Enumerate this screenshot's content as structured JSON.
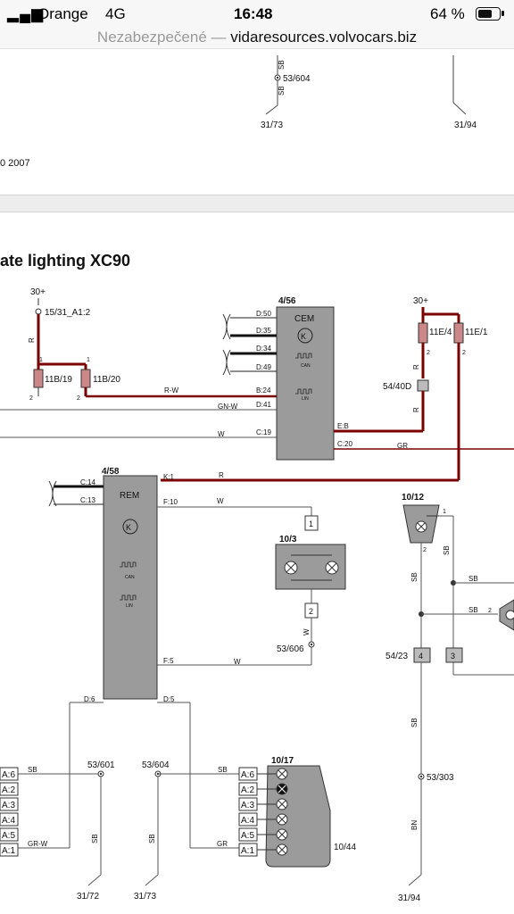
{
  "status_bar": {
    "carrier": "Orange",
    "network": "4G",
    "time": "16:48",
    "battery": "64 %"
  },
  "address_bar": {
    "security": "Nezabezpečené",
    "separator": "—",
    "host": "vidaresources.volvocars.biz"
  },
  "prev_page": {
    "year_fragment": "0 2007",
    "ground_1": "31/73",
    "ground_2": "31/94",
    "splice": "53/604",
    "wire_sb": "SB"
  },
  "diagram": {
    "title": "ate lighting XC90",
    "power_left": "30+",
    "power_right": "30+",
    "relay_label": "15/31_A1:2",
    "fuse_1": "11B/19",
    "fuse_2": "11B/20",
    "fuse_3": "11E/4",
    "fuse_4": "11E/1",
    "cem_id": "4/56",
    "cem_name": "CEM",
    "rem_id": "4/58",
    "rem_name": "REM",
    "can": "CAN",
    "lin": "LIN",
    "cem_pins": [
      "D:50",
      "D:35",
      "D:34",
      "D:49",
      "B:24",
      "D:41",
      "C:19",
      "E:B",
      "C:20"
    ],
    "rem_pins": [
      "C:14",
      "C:13",
      "K:1",
      "F:10",
      "F:5",
      "D:6",
      "D:5"
    ],
    "wires": {
      "rw": "R-W",
      "gnw": "GN-W",
      "w": "W",
      "r": "R",
      "gr": "GR",
      "sb": "SB",
      "grw": "GR-W",
      "bn": "BN"
    },
    "connector": "54/40D",
    "lamp_103": "10/3",
    "lamp_1012": "10/12",
    "lamp_1017": "10/17",
    "lamp_1044": "10/44",
    "conn_5423": "54/23",
    "splices": [
      "53/606",
      "53/601",
      "53/604",
      "53/303"
    ],
    "grounds": [
      "31/72",
      "31/73",
      "31/94"
    ],
    "pin_numbers": [
      "1",
      "2",
      "4",
      "3"
    ],
    "connector_pins": [
      "A:6",
      "A:2",
      "A:3",
      "A:4",
      "A:5",
      "A:1"
    ]
  }
}
